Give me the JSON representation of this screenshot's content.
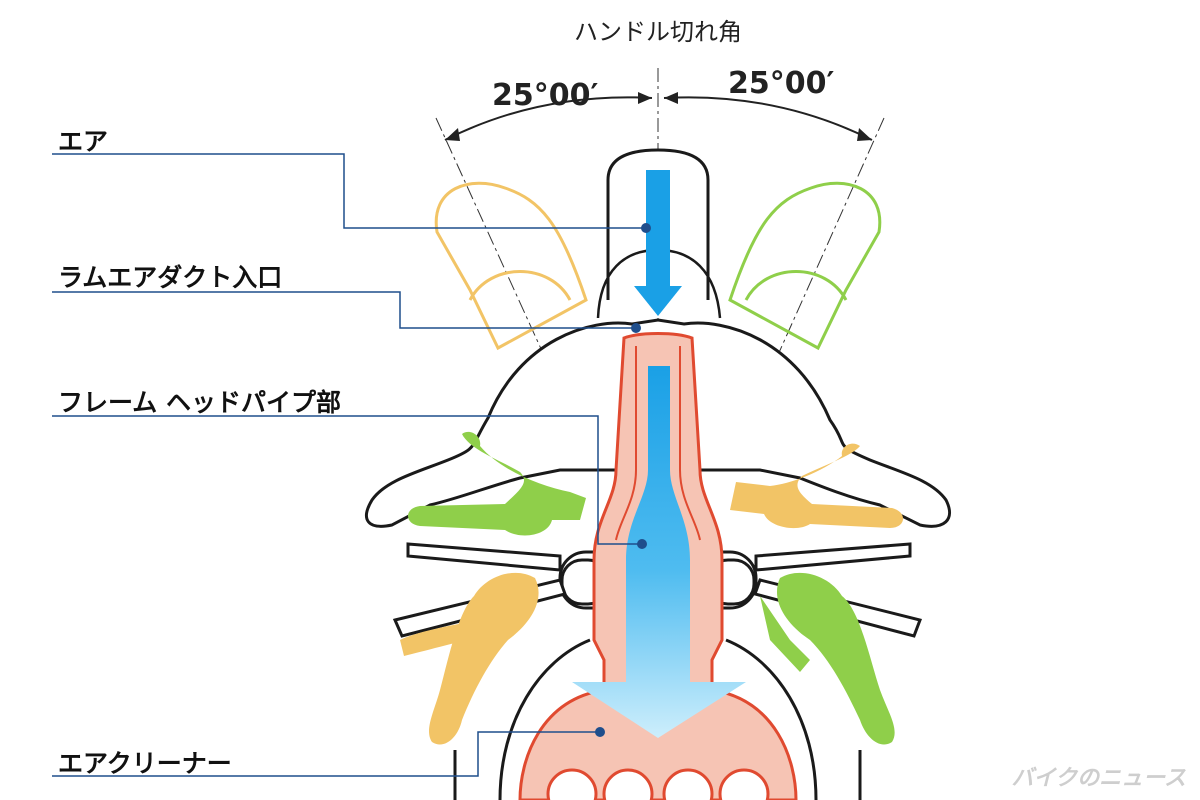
{
  "title": "ハンドル切れ角",
  "angle_left": "25°00′",
  "angle_right": "25°00′",
  "labels": {
    "air": "エア",
    "ram_air_inlet": "ラムエアダクト入口",
    "frame_head_pipe": "フレーム ヘッドパイプ部",
    "air_cleaner": "エアクリーナー"
  },
  "watermark": "バイクのニュース",
  "colors": {
    "air_flow": "#1aa0e6",
    "frame_fill": "#f6c4b4",
    "frame_outline": "#e04a30",
    "right_turn_parts": "#8fcf4a",
    "left_turn_parts": "#f2c466",
    "leader_line": "#1f4e8c",
    "outline": "#1a1a1a"
  }
}
